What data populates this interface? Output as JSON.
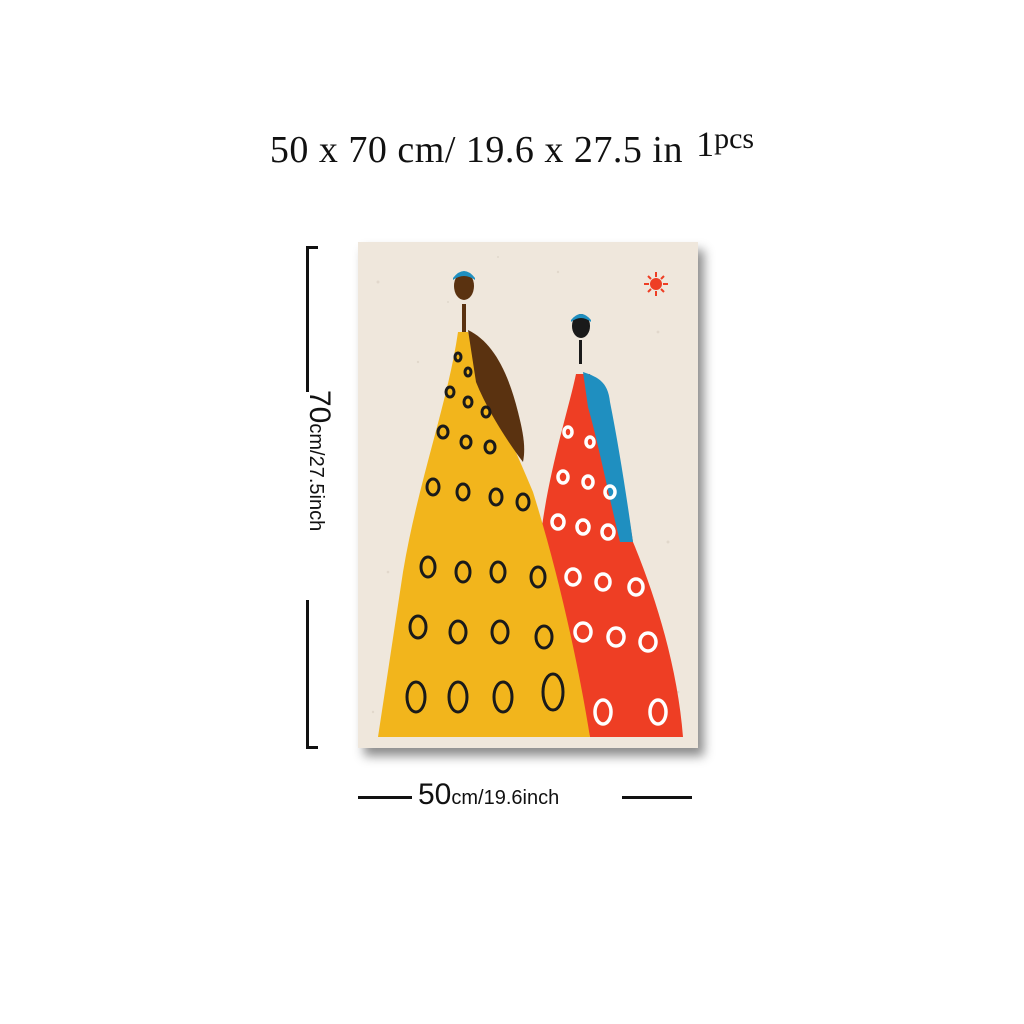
{
  "heading": {
    "dimensions": "50 x 70 cm/ 19.6 x 27.5 in",
    "quantity_number": "1",
    "quantity_unit": "pcs"
  },
  "height_label": {
    "value": "70",
    "unit": "cm/27.5inch"
  },
  "width_label": {
    "value": "50",
    "unit": "cm/19.6inch"
  },
  "colors": {
    "canvas_background": "#efe7dc",
    "yellow_dress": "#f2b51c",
    "red_dress": "#ee3e24",
    "blue_shawl": "#1f8fc0",
    "brown_shawl": "#5a3210"
  }
}
